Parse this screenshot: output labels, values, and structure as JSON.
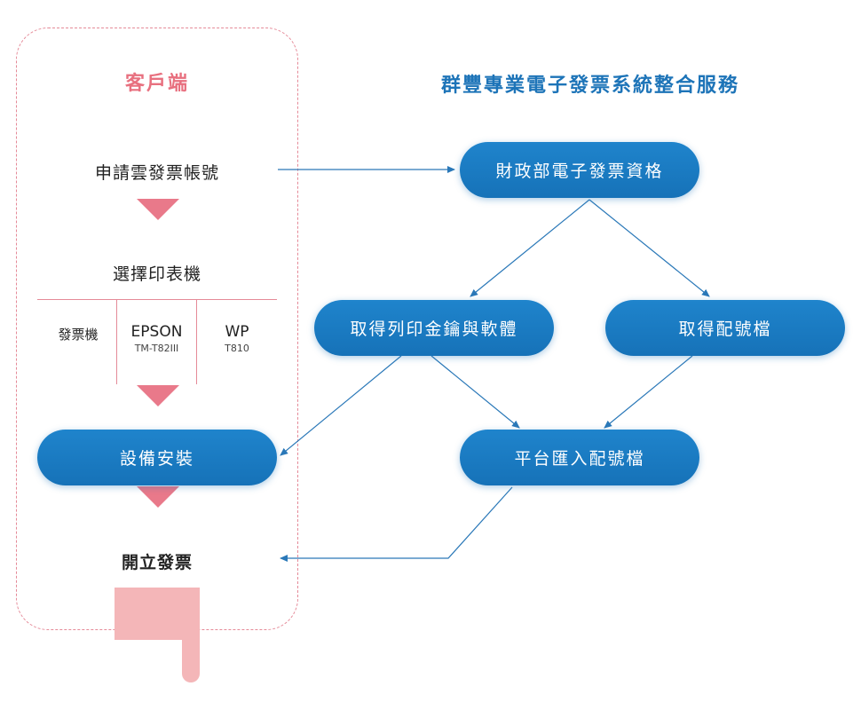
{
  "client": {
    "title": "客戶端",
    "steps": {
      "apply": "申請雲發票帳號",
      "select_printer": "選擇印表機",
      "install": "設備安裝",
      "issue": "開立發票"
    },
    "printers": {
      "label": "發票機",
      "options": [
        {
          "name": "EPSON",
          "model": "TM-T82III"
        },
        {
          "name": "WP",
          "model": "T810"
        }
      ]
    }
  },
  "service": {
    "title": "群豐專業電子發票系統整合服務",
    "steps": {
      "qualification": "財政部電子發票資格",
      "print_key": "取得列印金鑰與軟體",
      "number_file": "取得配號檔",
      "import_numbers": "平台匯入配號檔"
    }
  },
  "colors": {
    "client_accent": "#e8707f",
    "service_blue": "#1d74b8",
    "arrow_blue": "#2a78b8",
    "pill_blue": "#1a7bc2",
    "pink_block": "#f4b6b8"
  }
}
